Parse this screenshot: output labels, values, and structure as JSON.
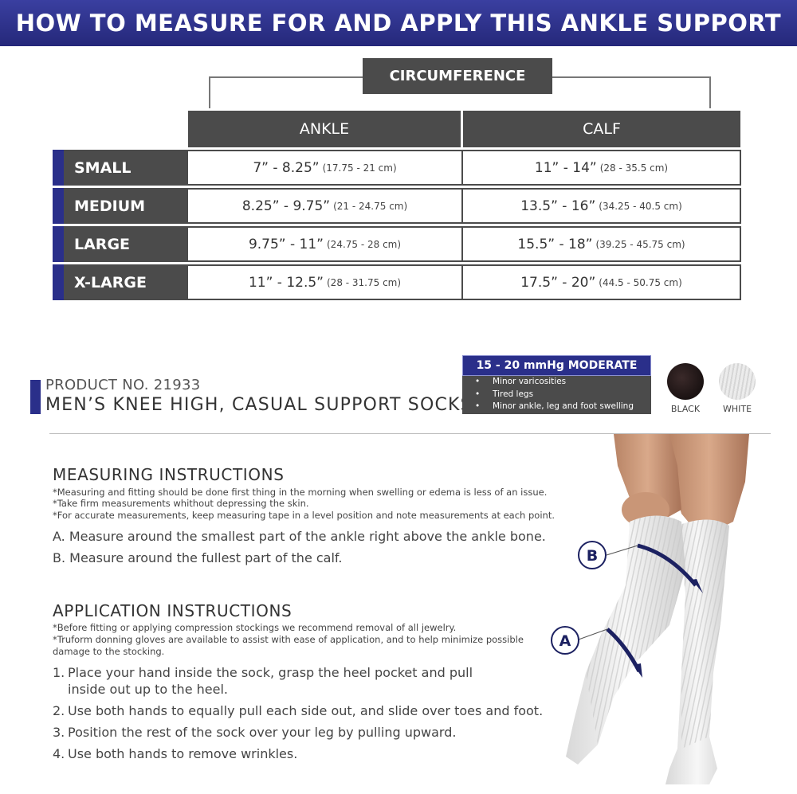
{
  "banner": {
    "title": "HOW TO MEASURE FOR AND APPLY THIS ANKLE SUPPORT"
  },
  "size_table": {
    "group_header": "CIRCUMFERENCE",
    "columns": [
      "ANKLE",
      "CALF"
    ],
    "rows": [
      {
        "size": "SMALL",
        "ankle": "7” - 8.25”",
        "ankle_cm": "(17.75 - 21 cm)",
        "calf": "11” - 14”",
        "calf_cm": "(28 - 35.5 cm)"
      },
      {
        "size": "MEDIUM",
        "ankle": "8.25” - 9.75”",
        "ankle_cm": "(21 - 24.75 cm)",
        "calf": "13.5” - 16”",
        "calf_cm": "(34.25 - 40.5 cm)"
      },
      {
        "size": "LARGE",
        "ankle": "9.75” - 11”",
        "ankle_cm": "(24.75 - 28 cm)",
        "calf": "15.5” - 18”",
        "calf_cm": "(39.25 - 45.75 cm)"
      },
      {
        "size": "X-LARGE",
        "ankle": "11” - 12.5”",
        "ankle_cm": "(28 - 31.75 cm)",
        "calf": "17.5” - 20”",
        "calf_cm": "(44.5 - 50.75 cm)"
      }
    ]
  },
  "product": {
    "number": "PRODUCT NO. 21933",
    "name": "MEN’S KNEE HIGH, CASUAL SUPPORT SOCKS"
  },
  "compression": {
    "title": "15 - 20 mmHg MODERATE",
    "items": [
      "Minor varicosities",
      "Tired legs",
      "Minor ankle, leg and foot swelling"
    ]
  },
  "colors": {
    "black_label": "BLACK",
    "white_label": "WHITE",
    "accent": "#2a2f8a",
    "dark_gray": "#4b4b4b"
  },
  "measuring": {
    "title": "MEASURING INSTRUCTIONS",
    "notes": [
      "*Measuring and fitting should be done first thing in the morning when swelling or edema is less of an issue.",
      "*Take firm measurements whithout depressing the skin.",
      "*For accurate measurements, keep measuring tape in a level position and note measurements at each point."
    ],
    "steps": [
      "A. Measure around the smallest part of the ankle right above the ankle bone.",
      "B. Measure around the fullest part of the calf."
    ]
  },
  "application": {
    "title": "APPLICATION INSTRUCTIONS",
    "notes": [
      "*Before fitting or applying compression stockings we recommend removal of all jewelry.",
      "*Truform donning gloves are available  to assist with ease of application, and to help minimize possible",
      "damage to the stocking."
    ],
    "steps": [
      {
        "num": "1.",
        "line1": "Place your hand inside the sock, grasp the heel pocket and pull",
        "line2": "inside out up to the heel."
      },
      {
        "num": "2.",
        "line1": "Use both hands to equally pull each side out, and slide over toes and foot."
      },
      {
        "num": "3.",
        "line1": "Position the rest of the sock over your leg by pulling upward."
      },
      {
        "num": "4.",
        "line1": "Use both hands to remove wrinkles."
      }
    ]
  },
  "illustration": {
    "marker_a": "A",
    "marker_b": "B"
  }
}
